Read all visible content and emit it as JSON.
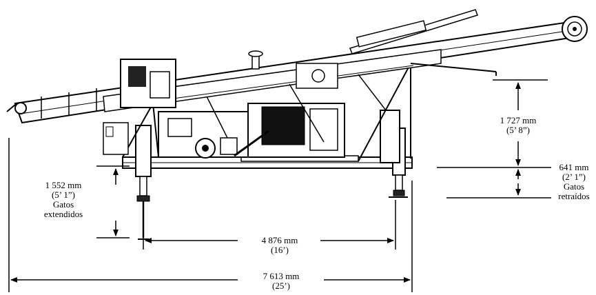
{
  "dimensions": {
    "overall_length": {
      "metric": "7 613 mm",
      "imperial": "(25’)"
    },
    "jack_spacing": {
      "metric": "4 876 mm",
      "imperial": "(16’)"
    },
    "height_right": {
      "metric": "1 727 mm",
      "imperial": "(5’ 8”)"
    },
    "jacks_extended": {
      "metric": "1 552 mm",
      "imperial": "(5’ 1”)",
      "caption_line1": "Gatos",
      "caption_line2": "extendidos"
    },
    "jacks_retracted": {
      "metric": "641 mm",
      "imperial": "(2’ 1”)",
      "caption_line1": "Gatos",
      "caption_line2": "retraídos"
    }
  },
  "colors": {
    "line": "#000000",
    "fill_dark": "#111111",
    "background": "#ffffff"
  }
}
